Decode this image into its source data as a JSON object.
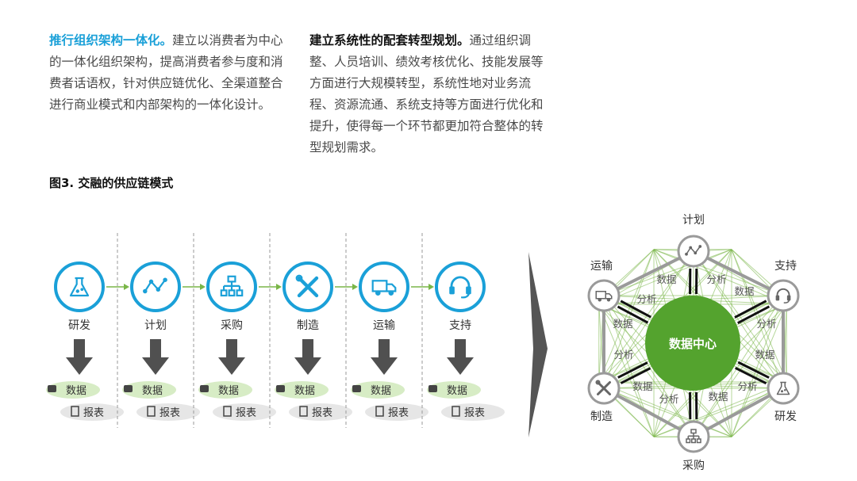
{
  "paragraph_left": {
    "lead": "推行组织架构一体化。",
    "body": "建立以消费者为中心的一体化组织架构，提高消费者参与度和消费者话语权，针对供应链优化、全渠道整合进行商业模式和内部架构的一体化设计。"
  },
  "paragraph_right": {
    "lead": "建立系统性的配套转型规划。",
    "body": "通过组织调整、人员培训、绩效考核优化、技能发展等方面进行大规模转型，系统性地对业务流程、资源流通、系统支持等方面进行优化和提升，使得每一个环节都更加符合整体的转型规划需求。"
  },
  "figure_title": "图3. 交融的供应链模式",
  "chain": {
    "stages": [
      {
        "label": "研发",
        "icon": "flask-icon"
      },
      {
        "label": "计划",
        "icon": "line-chart-icon"
      },
      {
        "label": "采购",
        "icon": "org-chart-icon"
      },
      {
        "label": "制造",
        "icon": "tools-icon"
      },
      {
        "label": "运输",
        "icon": "truck-icon"
      },
      {
        "label": "支持",
        "icon": "headset-icon"
      }
    ],
    "data_label": "数据",
    "report_label": "报表"
  },
  "network": {
    "center_label": "数据中心",
    "nodes": [
      {
        "label": "计划",
        "icon": "line-chart-icon"
      },
      {
        "label": "支持",
        "icon": "headset-icon"
      },
      {
        "label": "研发",
        "icon": "flask-icon"
      },
      {
        "label": "采购",
        "icon": "org-chart-icon"
      },
      {
        "label": "制造",
        "icon": "tools-icon"
      },
      {
        "label": "运输",
        "icon": "truck-icon"
      }
    ],
    "link_words": [
      "数据",
      "分析"
    ]
  },
  "colors": {
    "accent_blue": "#1aa0d8",
    "green": "#7ab648",
    "center_green": "#54a32e",
    "arrow_dark": "#505050"
  }
}
